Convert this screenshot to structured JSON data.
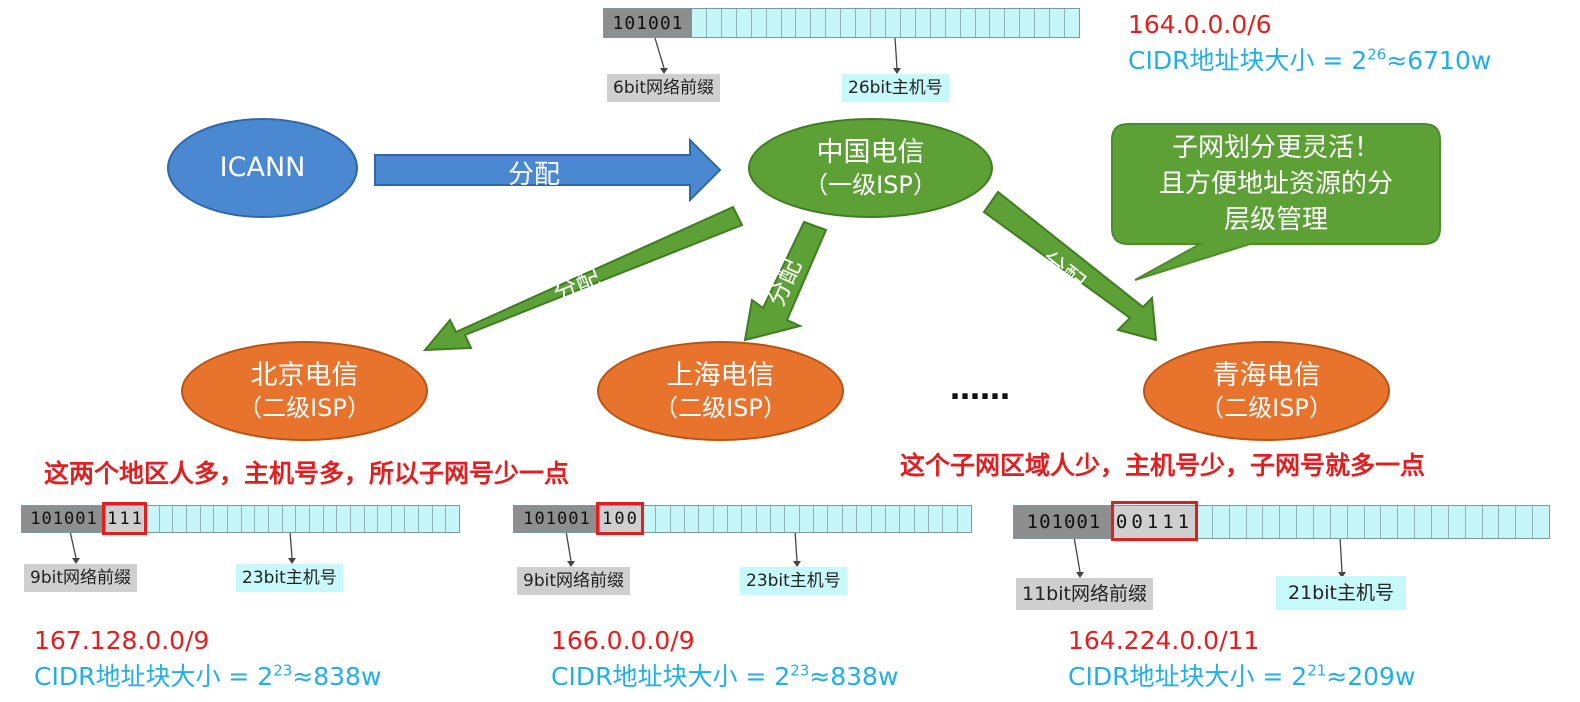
{
  "top": {
    "prefix_bits": "101001",
    "prefix_label": "6bit网络前缀",
    "host_label": "26bit主机号",
    "cidr": "164.0.0.0/6",
    "size_prefix": "CIDR地址块大小 = 2",
    "size_exp": "26",
    "size_suffix": "≈6710w"
  },
  "nodes": {
    "icann": "ICANN",
    "telecom_title": "中国电信",
    "telecom_sub": "（一级ISP）",
    "beijing_title": "北京电信",
    "beijing_sub": "（二级ISP）",
    "shanghai_title": "上海电信",
    "shanghai_sub": "（二级ISP）",
    "qinghai_title": "青海电信",
    "qinghai_sub": "（二级ISP）",
    "ellipsis": "……"
  },
  "arrows": {
    "main": "分配",
    "left": "分配",
    "middle": "分配",
    "right": "分配"
  },
  "callout": {
    "line1": "子网划分更灵活！",
    "line2": "且方便地址资源的分",
    "line3": "层级管理"
  },
  "notes": {
    "left": "这两个地区人多，主机号多，所以子网号少一点",
    "right": "这个子网区域人少，主机号少，子网号就多一点"
  },
  "blocks": [
    {
      "prefix_bits": "101001",
      "subnet_bits": "111",
      "prefix_label": "9bit网络前缀",
      "host_label": "23bit主机号",
      "cidr": "167.128.0.0/9",
      "size_prefix": "CIDR地址块大小 = 2",
      "size_exp": "23",
      "size_suffix": "≈838w"
    },
    {
      "prefix_bits": "101001",
      "subnet_bits": "100",
      "prefix_label": "9bit网络前缀",
      "host_label": "23bit主机号",
      "cidr": "166.0.0.0/9",
      "size_prefix": "CIDR地址块大小 = 2",
      "size_exp": "23",
      "size_suffix": "≈838w"
    },
    {
      "prefix_bits": "101001",
      "subnet_bits": "00111",
      "prefix_label": "11bit网络前缀",
      "host_label": "21bit主机号",
      "cidr": "164.224.0.0/11",
      "size_prefix": "CIDR地址块大小 = 2",
      "size_exp": "21",
      "size_suffix": "≈209w"
    }
  ],
  "colors": {
    "icann": "#4a89d2",
    "tier1": "#5da036",
    "tier2": "#e8732c",
    "red": "#e02020",
    "blue": "#22aee6",
    "host_cells": "#c7f6f8"
  }
}
